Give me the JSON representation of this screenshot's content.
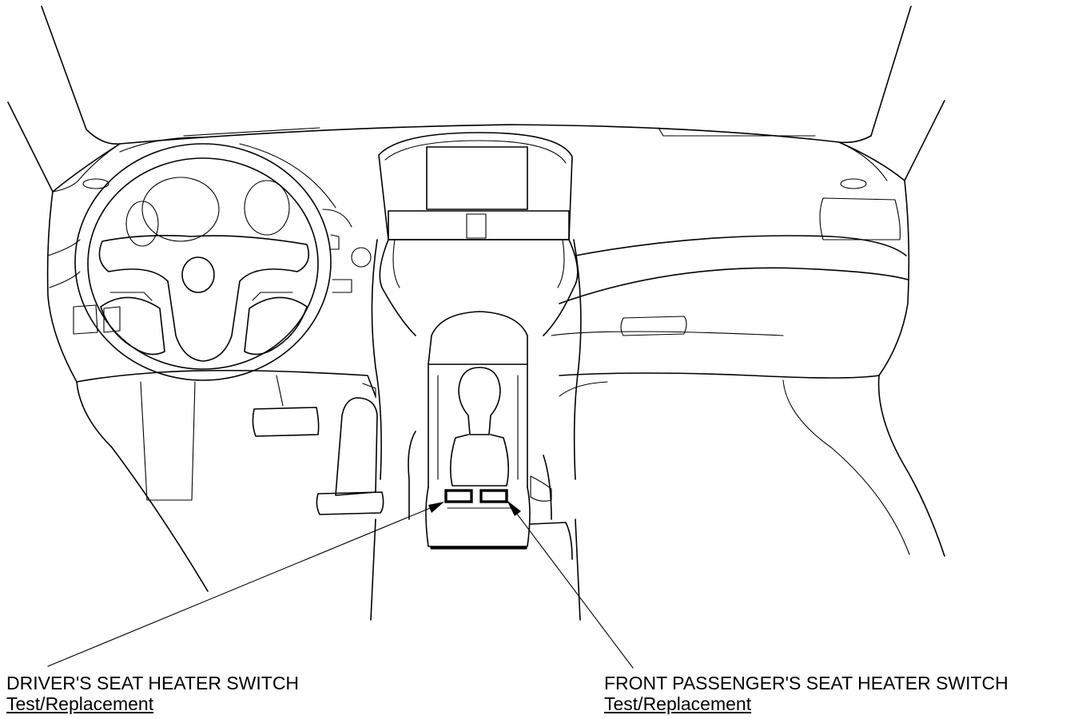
{
  "callouts": {
    "driver": {
      "title": "DRIVER'S SEAT HEATER SWITCH",
      "link": "Test/Replacement"
    },
    "passenger": {
      "title": "FRONT PASSENGER'S SEAT HEATER SWITCH",
      "link": "Test/Replacement"
    }
  },
  "colors": {
    "line": "#000000",
    "background": "#ffffff"
  }
}
